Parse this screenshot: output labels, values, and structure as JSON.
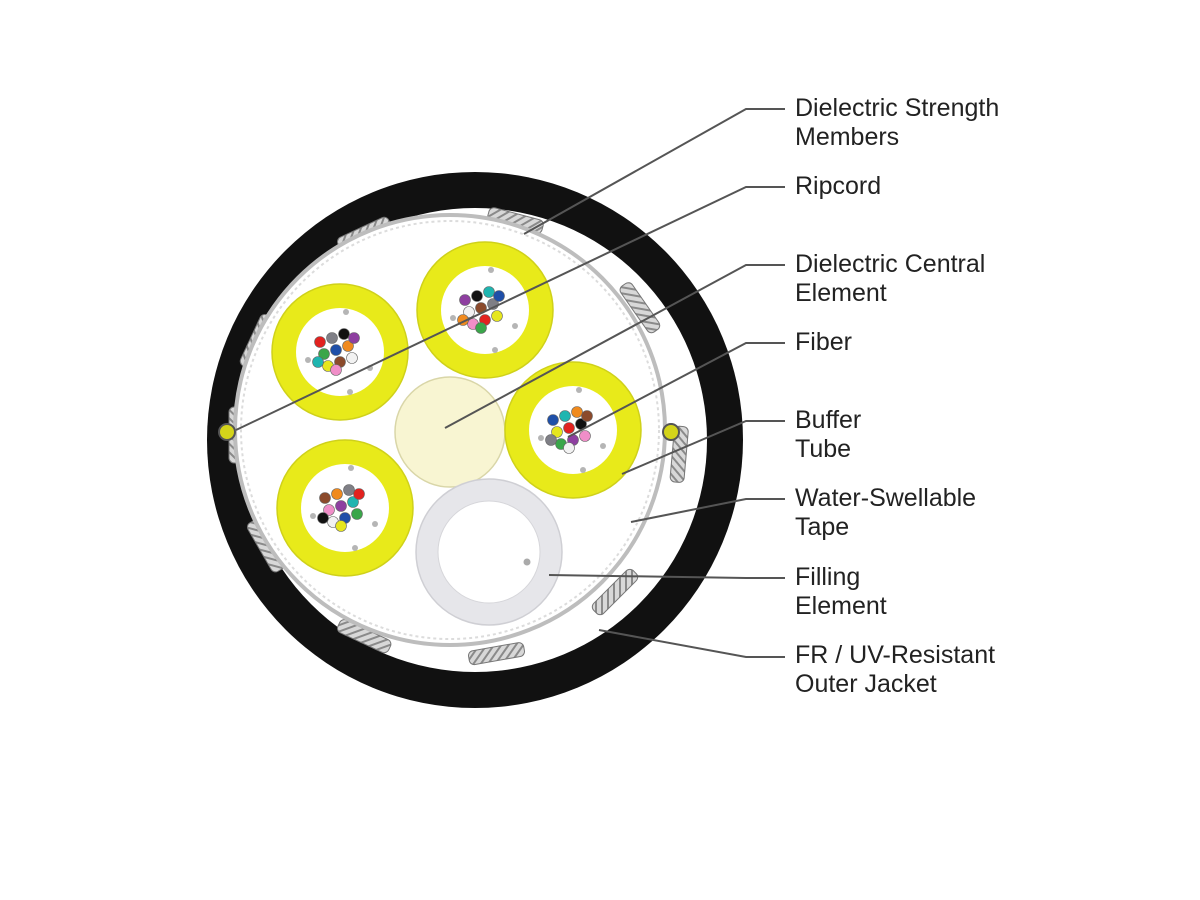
{
  "labels": [
    {
      "id": "strength",
      "lines": [
        "Dielectric Strength",
        "Members"
      ]
    },
    {
      "id": "ripcord",
      "lines": [
        "Ripcord"
      ]
    },
    {
      "id": "central",
      "lines": [
        "Dielectric Central",
        "Element"
      ]
    },
    {
      "id": "fiber",
      "lines": [
        "Fiber"
      ]
    },
    {
      "id": "buffer",
      "lines": [
        "Buffer",
        "Tube"
      ]
    },
    {
      "id": "tape",
      "lines": [
        "Water-Swellable",
        "Tape"
      ]
    },
    {
      "id": "filling",
      "lines": [
        "Filling",
        "Element"
      ]
    },
    {
      "id": "jacket",
      "lines": [
        "FR / UV-Resistant",
        "Outer Jacket"
      ]
    }
  ],
  "colors": {
    "jacket": "#111111",
    "buffer_tube": "#e8ea1a",
    "central_element": "#f8f5d2",
    "filling_element": "#e6e6ea",
    "leader_line": "#555555",
    "text": "#222222"
  },
  "fiber_colors": [
    "#1f4fa8",
    "#f08a1e",
    "#3aa64a",
    "#8b4a2b",
    "#7f7f86",
    "#f2f2f2",
    "#e2221f",
    "#111111",
    "#e6e61e",
    "#8e3fa0",
    "#1fb5b0",
    "#f08ec8"
  ]
}
